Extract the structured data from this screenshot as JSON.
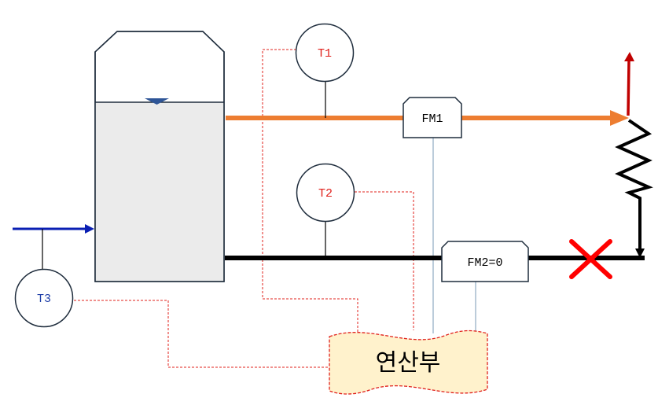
{
  "instruments": {
    "t1": {
      "label": "T1",
      "color": "#e0201b"
    },
    "t2": {
      "label": "T2",
      "color": "#e0201b"
    },
    "t3": {
      "label": "T3",
      "color": "#1f3fa8"
    }
  },
  "flowmeters": {
    "fm1": {
      "label": "FM1"
    },
    "fm2": {
      "label": "FM2=0"
    }
  },
  "processor": {
    "label": "연산부",
    "fill": "#fff2cc",
    "border": "#e0201b"
  },
  "colors": {
    "hot_line": "#ed7d31",
    "return_line": "#000000",
    "inlet_arrow": "#0a1fb3",
    "up_arrow": "#c00000",
    "blocked_mark": "#ff0000",
    "signal_line": "#e0201b",
    "tank_liquid": "#ebebeb",
    "outline": "#1f2d3d"
  }
}
